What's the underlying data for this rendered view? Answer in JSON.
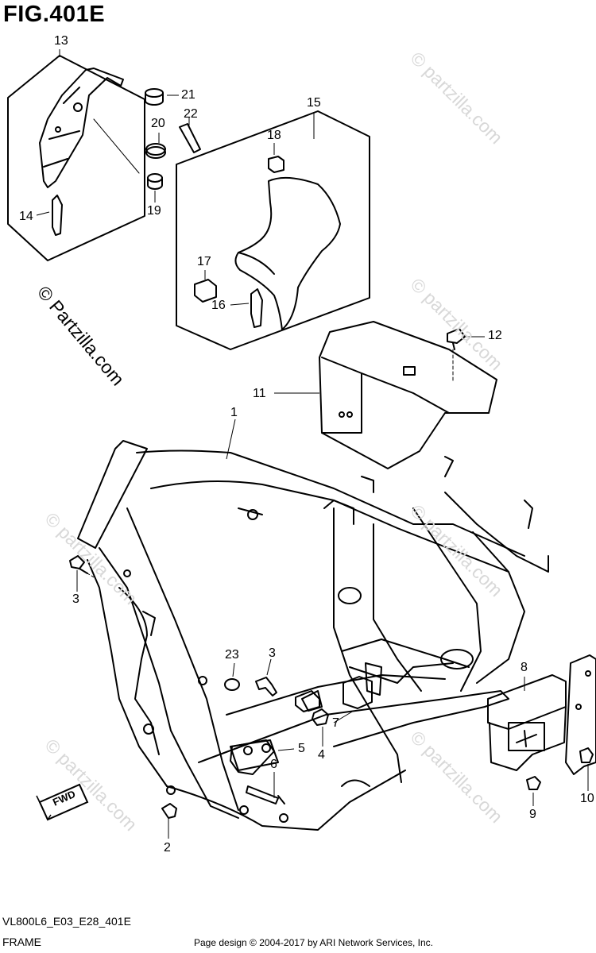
{
  "figure": {
    "title": "FIG.401E"
  },
  "callouts": [
    "1",
    "2",
    "3",
    "3",
    "4",
    "5",
    "6",
    "7",
    "8",
    "9",
    "10",
    "11",
    "12",
    "13",
    "14",
    "15",
    "16",
    "17",
    "18",
    "19",
    "20",
    "21",
    "22",
    "23"
  ],
  "watermark": {
    "text": "© Partzilla.com",
    "text_faint": "© partzilla.com"
  },
  "badge": {
    "label": "FWD"
  },
  "footer": {
    "code": "VL800L6_E03_E28_401E",
    "name": "FRAME",
    "copyright": "Page design © 2004-2017 by ARI Network Services, Inc."
  }
}
